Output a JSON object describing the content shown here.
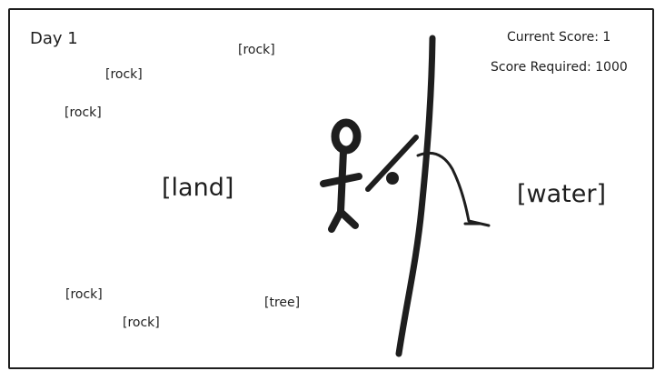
{
  "hud": {
    "day": "Day 1",
    "current_score": "Current Score: 1",
    "score_required": "Score Required: 1000"
  },
  "objects": {
    "rock_1": "[rock]",
    "rock_2": "[rock]",
    "rock_3": "[rock]",
    "rock_4": "[rock]",
    "rock_5": "[rock]",
    "tree_1": "[tree]"
  },
  "regions": {
    "land": "[land]",
    "water": "[water]"
  },
  "colors": {
    "ink": "#1e1e1e",
    "background": "#ffffff"
  },
  "icons": {
    "player": "stick-figure-icon",
    "rod": "fishing-rod-icon",
    "shoreline": "shoreline-line",
    "line": "fishing-line-hook-icon"
  }
}
